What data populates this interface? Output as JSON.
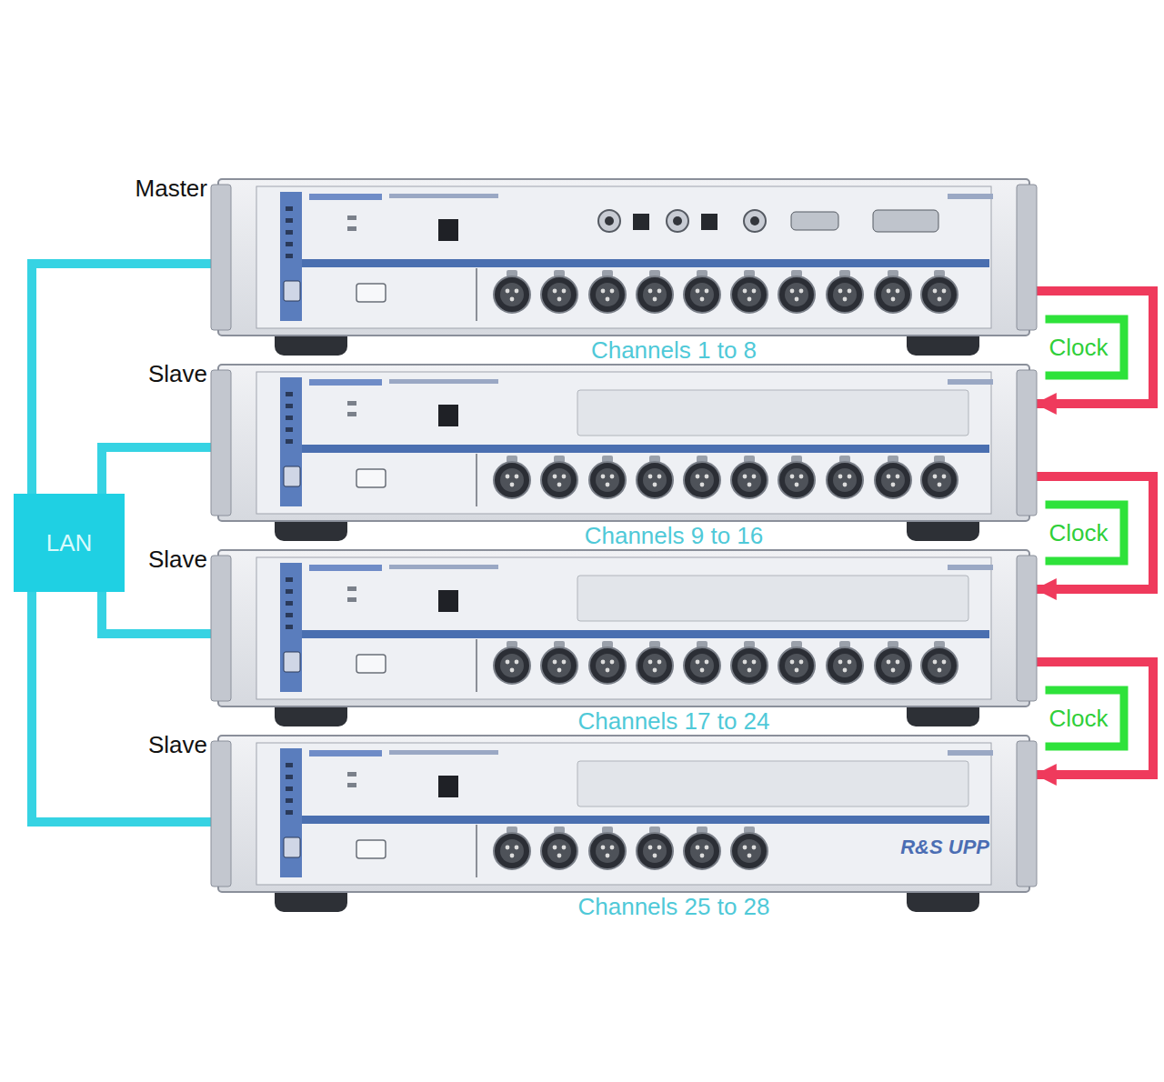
{
  "diagram": {
    "nodes": [
      {
        "text": [
          "Master",
          "Channels 1 to 8"
        ]
      },
      {
        "text": [
          "Slave",
          "Channels 9 to 16"
        ]
      },
      {
        "text": [
          "Slave",
          "Channels 17 to 24"
        ]
      },
      {
        "text": [
          "Slave",
          "Channels 25 to 28"
        ]
      },
      {
        "text": [
          "LAN"
        ]
      }
    ],
    "edges": [
      {
        "from": 4,
        "to": 0,
        "arrow": "none"
      },
      {
        "from": 4,
        "to": 1,
        "arrow": "none"
      },
      {
        "from": 4,
        "to": 2,
        "arrow": "none"
      },
      {
        "from": 4,
        "to": 3,
        "arrow": "none"
      },
      {
        "from": 0,
        "to": 1,
        "label": "Clock",
        "arrow": "to"
      },
      {
        "from": 1,
        "to": 2,
        "label": "Clock",
        "arrow": "to"
      },
      {
        "from": 2,
        "to": 3,
        "label": "Clock",
        "arrow": "to"
      }
    ],
    "labels": [
      "R&S UPP"
    ]
  }
}
